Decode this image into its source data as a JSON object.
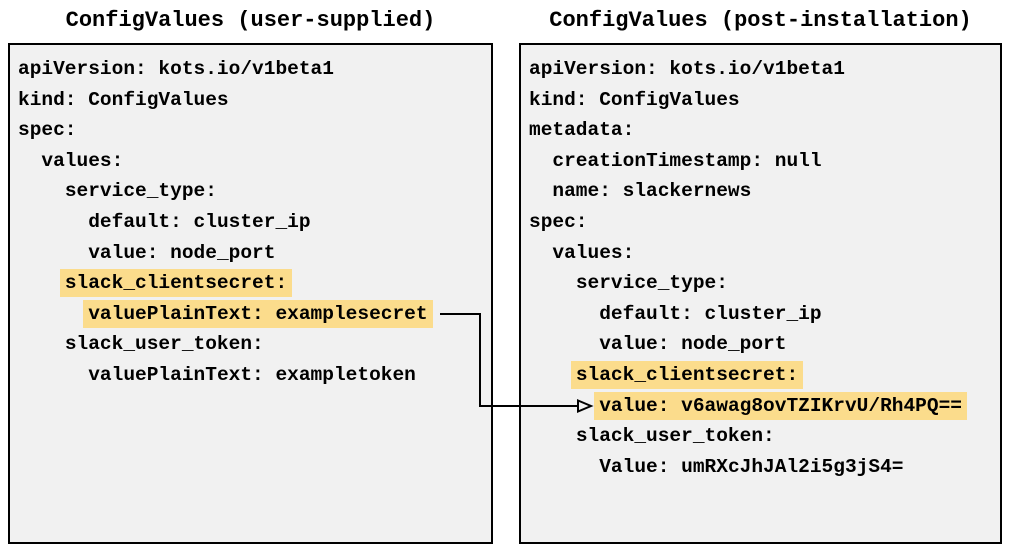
{
  "diagram": {
    "panels": {
      "left": {
        "title": "ConfigValues (user-supplied)",
        "lines": [
          {
            "indent": 0,
            "text": "apiVersion: kots.io/v1beta1",
            "highlight": false
          },
          {
            "indent": 0,
            "text": "kind: ConfigValues",
            "highlight": false
          },
          {
            "indent": 0,
            "text": "spec:",
            "highlight": false
          },
          {
            "indent": 2,
            "text": "values:",
            "highlight": false
          },
          {
            "indent": 4,
            "text": "service_type:",
            "highlight": false
          },
          {
            "indent": 6,
            "text": "default: cluster_ip",
            "highlight": false
          },
          {
            "indent": 6,
            "text": "value: node_port",
            "highlight": false
          },
          {
            "indent": 4,
            "text": "slack_clientsecret:",
            "highlight": true
          },
          {
            "indent": 6,
            "text": "valuePlainText: examplesecret",
            "highlight": true,
            "arrow": "from"
          },
          {
            "indent": 4,
            "text": "slack_user_token:",
            "highlight": false
          },
          {
            "indent": 6,
            "text": "valuePlainText: exampletoken",
            "highlight": false
          }
        ]
      },
      "right": {
        "title": "ConfigValues (post-installation)",
        "lines": [
          {
            "indent": 0,
            "text": "apiVersion: kots.io/v1beta1",
            "highlight": false
          },
          {
            "indent": 0,
            "text": "kind: ConfigValues",
            "highlight": false
          },
          {
            "indent": 0,
            "text": "metadata:",
            "highlight": false
          },
          {
            "indent": 2,
            "text": "creationTimestamp: null",
            "highlight": false
          },
          {
            "indent": 2,
            "text": "name: slackernews",
            "highlight": false
          },
          {
            "indent": 0,
            "text": "spec:",
            "highlight": false
          },
          {
            "indent": 2,
            "text": "values:",
            "highlight": false
          },
          {
            "indent": 4,
            "text": "service_type:",
            "highlight": false
          },
          {
            "indent": 6,
            "text": "default: cluster_ip",
            "highlight": false
          },
          {
            "indent": 6,
            "text": "value: node_port",
            "highlight": false
          },
          {
            "indent": 4,
            "text": "slack_clientsecret:",
            "highlight": true
          },
          {
            "indent": 6,
            "text": "value: v6awag8ovTZIKrvU/Rh4PQ==",
            "highlight": true,
            "arrow": "to"
          },
          {
            "indent": 4,
            "text": "slack_user_token:",
            "highlight": false
          },
          {
            "indent": 6,
            "text": "Value: umRXcJhJAl2i5g3jS4=",
            "highlight": false
          }
        ]
      }
    },
    "colors": {
      "highlight": "#fbdc8c",
      "panel_bg": "#f1f1f1",
      "border": "#000000",
      "arrow": "#000000",
      "text": "#000000",
      "page_bg": "#ffffff"
    }
  }
}
